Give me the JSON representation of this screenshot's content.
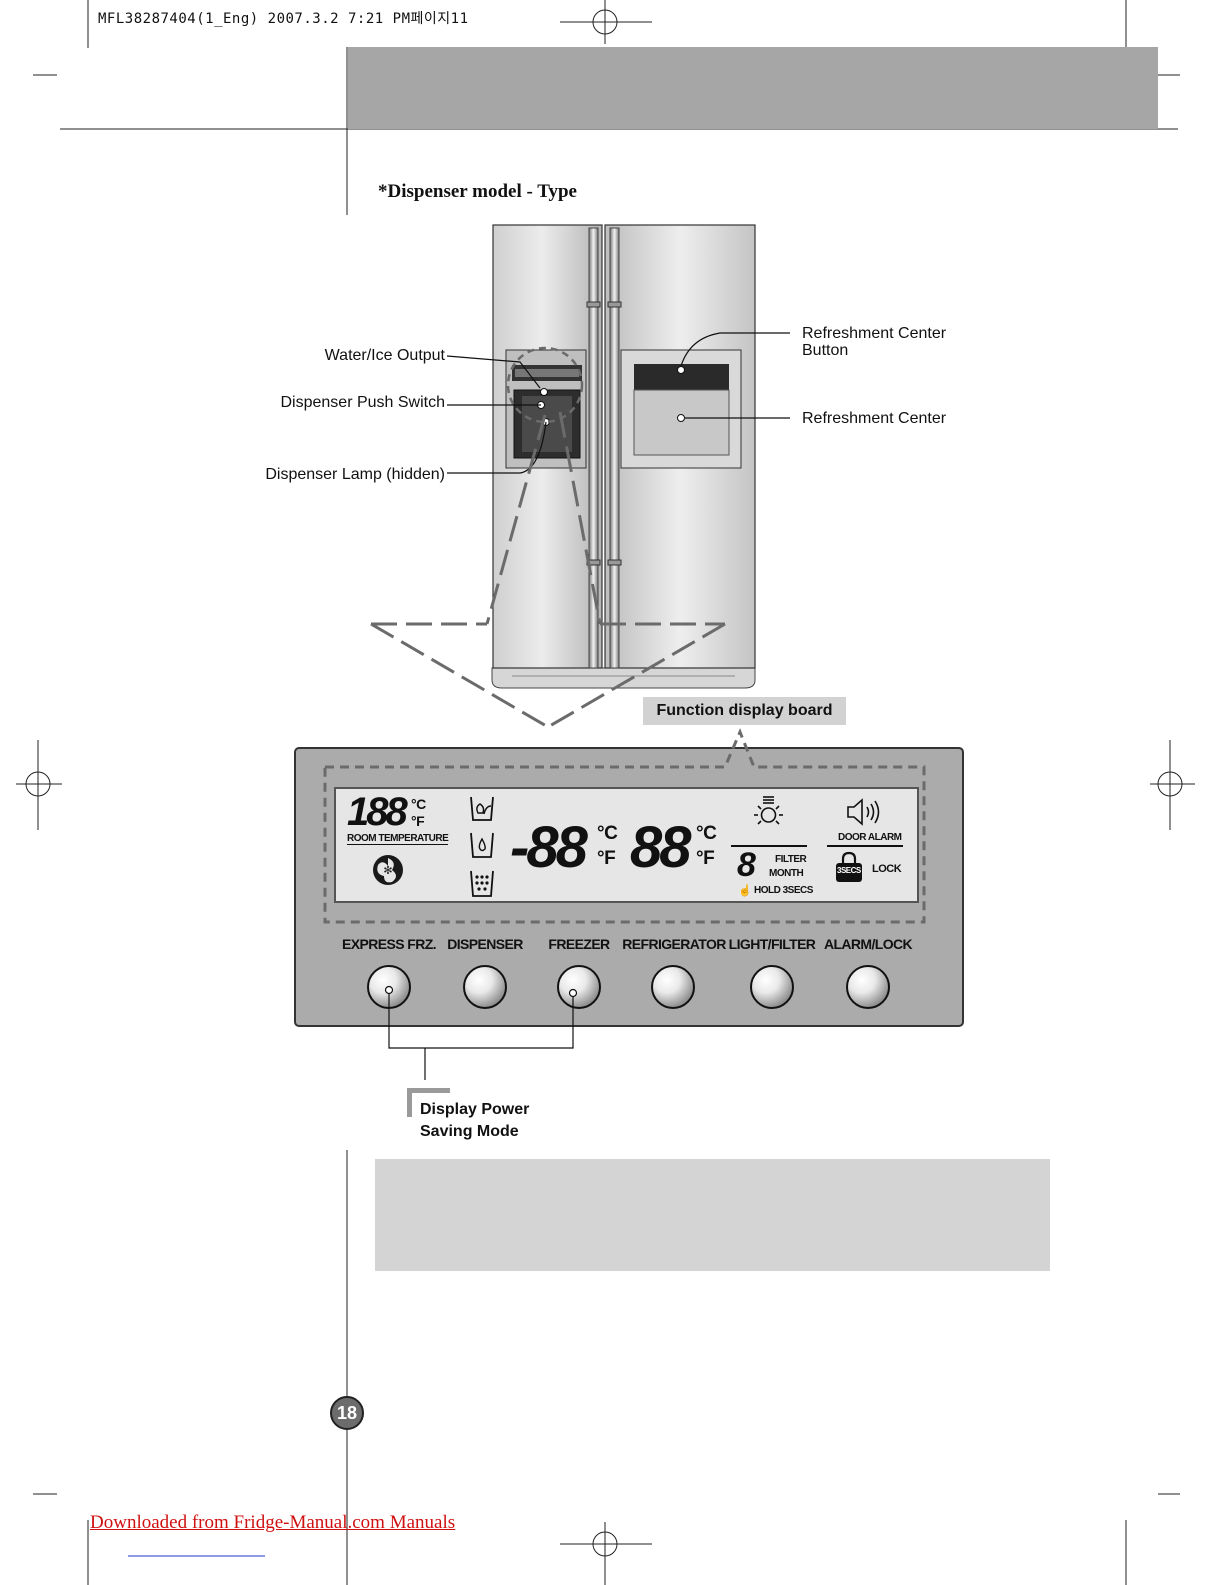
{
  "print_slug": "MFL38287404(1_Eng)  2007.3.2 7:21 PM페이지11",
  "section_title": "*Dispenser model - Type",
  "callouts_left": [
    "Water/Ice Output",
    "Dispenser Push Switch",
    "Dispenser Lamp (hidden)"
  ],
  "callouts_right": {
    "refreshment_button_line1": "Refreshment Center",
    "refreshment_button_line2": "Button",
    "refreshment_center": "Refreshment Center"
  },
  "function_display_board_label": "Function display board",
  "lcd": {
    "room_temp_digits": "188",
    "unit_c": "°C",
    "unit_f": "°F",
    "room_temperature": "ROOM TEMPERATURE",
    "freezer_digits": "-88",
    "fridge_digits": "88",
    "filter_digit": "8",
    "filter": "FILTER",
    "month": "MONTH",
    "hold": "HOLD 3SECS",
    "door_alarm": "DOOR ALARM",
    "lock_badge": "3SECS",
    "lock": "LOCK"
  },
  "buttons": [
    "EXPRESS FRZ.",
    "DISPENSER",
    "FREEZER",
    "REFRIGERATOR",
    "LIGHT/FILTER",
    "ALARM/LOCK"
  ],
  "power_saving_line1": "Display Power",
  "power_saving_line2": "Saving Mode",
  "page_number": "18",
  "footer_link": "Downloaded from Fridge-Manual.com Manuals",
  "colors": {
    "header_band": "#a6a6a6",
    "panel": "#ababab",
    "lcd": "#e6e6e6",
    "note_box": "#d4d4d4",
    "footer_link": "#d01010"
  }
}
